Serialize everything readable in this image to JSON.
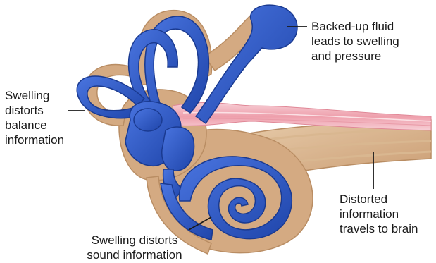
{
  "labels": {
    "fluid": "Backed-up fluid\nleads to swelling\nand pressure",
    "balance": "Swelling\ndistorts\nbalance\ninformation",
    "brain": "Distorted\ninformation\ntravels to brain",
    "sound": "Swelling distorts\nsound information"
  },
  "colors": {
    "fluid_blue": "#2b56c8",
    "fluid_blue_dark": "#1d3f9e",
    "bone_tan": "#cfa57e",
    "bone_tan_light": "#e6c9a6",
    "nerve_pink": "#f2b3bd",
    "nerve_stripe": "#f7d2d8",
    "text": "#1a1a1a"
  }
}
